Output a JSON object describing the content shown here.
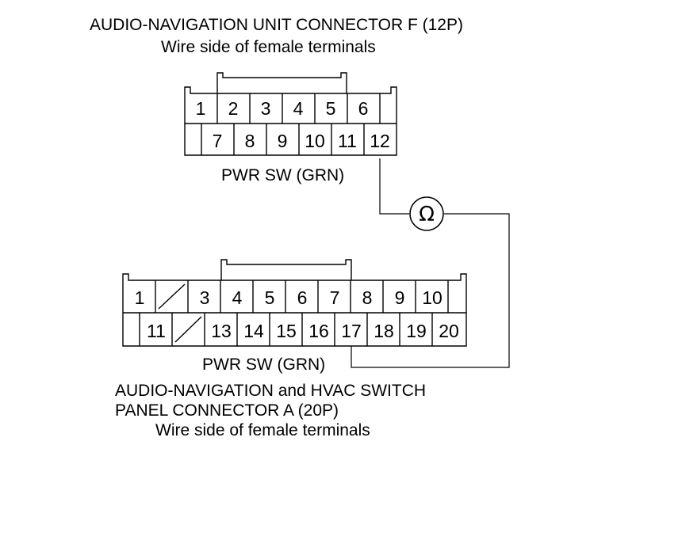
{
  "connector_f": {
    "title": "AUDIO-NAVIGATION UNIT CONNECTOR F (12P)",
    "subtitle": "Wire side of female terminals",
    "row1": [
      "1",
      "2",
      "3",
      "4",
      "5",
      "6"
    ],
    "row2": [
      "7",
      "8",
      "9",
      "10",
      "11",
      "12"
    ],
    "signal_label": "PWR SW (GRN)"
  },
  "connector_a": {
    "title_line1": "AUDIO-NAVIGATION and HVAC SWITCH",
    "title_line2": "PANEL CONNECTOR A (20P)",
    "subtitle": "Wire side of female terminals",
    "row1": [
      "1",
      "",
      "3",
      "4",
      "5",
      "6",
      "7",
      "8",
      "9",
      "10"
    ],
    "row2": [
      "11",
      "",
      "13",
      "14",
      "15",
      "16",
      "17",
      "18",
      "19",
      "20"
    ],
    "signal_label": "PWR SW (GRN)"
  },
  "meter": {
    "symbol": "Ω",
    "icon": "ohmmeter-icon"
  }
}
